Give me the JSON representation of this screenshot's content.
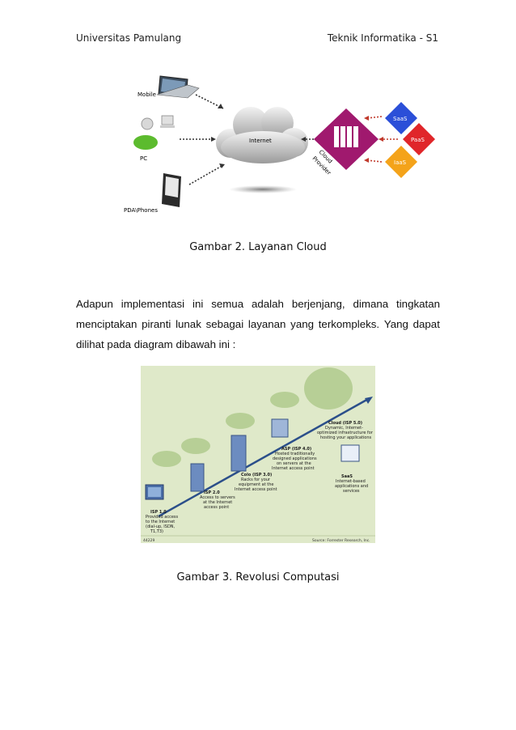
{
  "header": {
    "left": "Universitas Pamulang",
    "right": "Teknik Informatika - S1"
  },
  "figure1": {
    "labels": {
      "mobile": "Mobile",
      "pc": "PC",
      "pda": "PDA\\Phones",
      "internet": "Internet",
      "cloud_provider_1": "Cloud",
      "cloud_provider_2": "Provider",
      "saas": "SaaS",
      "paas": "PaaS",
      "iaas": "IaaS"
    },
    "caption": "Gambar 2. Layanan Cloud"
  },
  "paragraph": {
    "line1_words": [
      "Adapun",
      "implementasi",
      "ini",
      "semua",
      "adalah",
      "berjenjang,",
      "dimana",
      "tingkatan"
    ],
    "line2_words": [
      "menciptakan",
      "piranti",
      "lunak",
      "sebagai",
      "layanan",
      "yang",
      "terkompleks.",
      "Yang",
      "dapat"
    ],
    "line3": "dilihat pada diagram dibawah ini :"
  },
  "figure2": {
    "isp1": {
      "title": "ISP 1.0",
      "text": [
        "Provided access",
        "to the Internet",
        "(dial-up, ISDN,",
        "T1,T3)"
      ]
    },
    "isp2": {
      "title": "ISP 2.0",
      "text": [
        "Access to servers",
        "at the Internet",
        "access point"
      ]
    },
    "isp3": {
      "title": "Colo (ISP 3.0)",
      "text": [
        "Racks for your",
        "equipment at the",
        "Internet access point"
      ]
    },
    "isp4": {
      "title": "ASP (ISP 4.0)",
      "text": [
        "Hosted traditionally",
        "designed applications",
        "on servers at the",
        "Internet access point"
      ]
    },
    "isp5": {
      "title": "Cloud (ISP 5.0)",
      "text": [
        "Dynamic, Internet-",
        "optimized infrastructure for",
        "hosting your applications"
      ]
    },
    "saas": {
      "title": "SaaS",
      "text": [
        "Internet-based",
        "applications and",
        "services"
      ]
    },
    "code": "44229",
    "source": "Source: Forrester Research, Inc.",
    "caption": "Gambar 3. Revolusi Computasi"
  },
  "colors": {
    "saas": "#2b4fd8",
    "paas": "#e0262a",
    "iaas": "#f4a31a",
    "provider": "#a0196e",
    "arrow": "#c0392b"
  }
}
